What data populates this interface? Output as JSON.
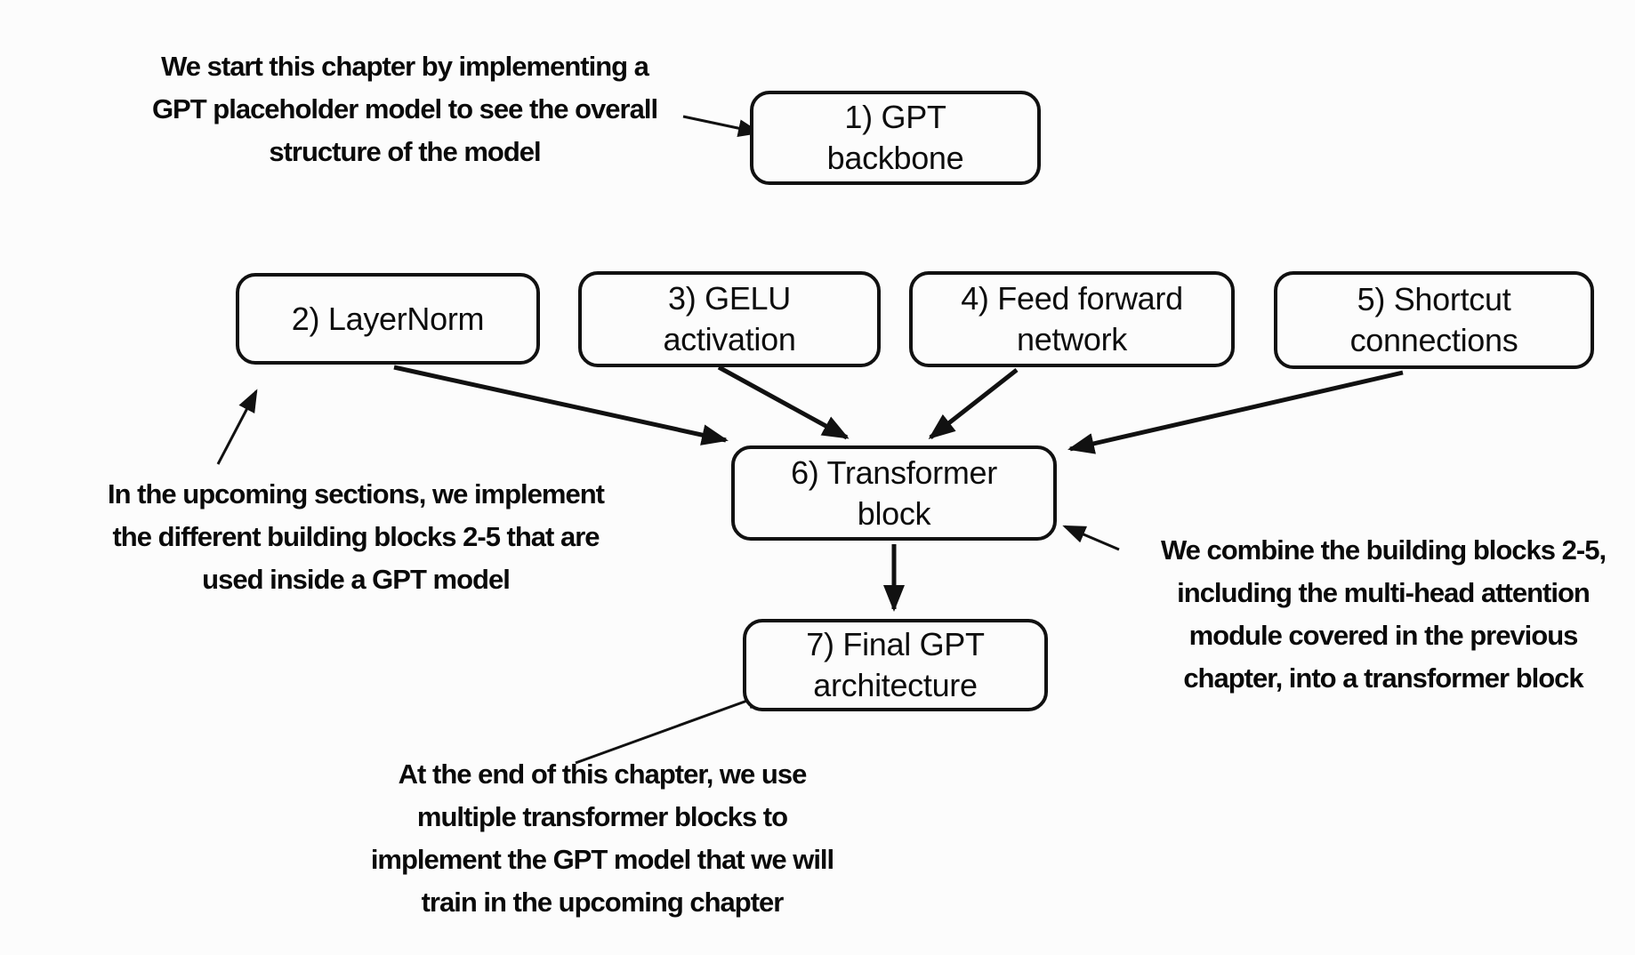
{
  "colors": {
    "background": "#fcfcfc",
    "ink": "#111111"
  },
  "boxes": [
    {
      "id": "gpt-backbone",
      "label": "1) GPT\nbackbone"
    },
    {
      "id": "layernorm",
      "label": "2) LayerNorm"
    },
    {
      "id": "gelu-activation",
      "label": "3) GELU\nactivation"
    },
    {
      "id": "feed-forward-network",
      "label": "4) Feed forward\nnetwork"
    },
    {
      "id": "shortcut-connections",
      "label": "5) Shortcut\nconnections"
    },
    {
      "id": "transformer-block",
      "label": "6) Transformer\nblock"
    },
    {
      "id": "final-gpt-architecture",
      "label": "7) Final GPT\narchitecture"
    }
  ],
  "annotations": [
    {
      "id": "note-gpt-backbone",
      "text": "We start this chapter by implementing a\nGPT placeholder model to see the overall\nstructure of the model"
    },
    {
      "id": "note-building-blocks",
      "text": "In the upcoming sections, we implement\nthe different building blocks 2-5 that are\nused inside a GPT model"
    },
    {
      "id": "note-transformer-block",
      "text": "We combine the building blocks 2-5,\nincluding the multi-head attention\nmodule covered in the previous\nchapter, into a transformer block"
    },
    {
      "id": "note-final-gpt",
      "text": "At the end of this chapter, we use\nmultiple transformer blocks to\nimplement the GPT model that we will\ntrain in the upcoming chapter"
    }
  ],
  "edges": [
    {
      "from": "note-gpt-backbone",
      "to": "gpt-backbone"
    },
    {
      "from": "layernorm",
      "to": "transformer-block"
    },
    {
      "from": "gelu-activation",
      "to": "transformer-block"
    },
    {
      "from": "feed-forward-network",
      "to": "transformer-block"
    },
    {
      "from": "shortcut-connections",
      "to": "transformer-block"
    },
    {
      "from": "transformer-block",
      "to": "final-gpt-architecture"
    },
    {
      "from": "note-transformer-block",
      "to": "transformer-block"
    },
    {
      "from": "note-final-gpt",
      "to": "final-gpt-architecture"
    },
    {
      "from": "note-building-blocks",
      "to": "layernorm"
    }
  ]
}
